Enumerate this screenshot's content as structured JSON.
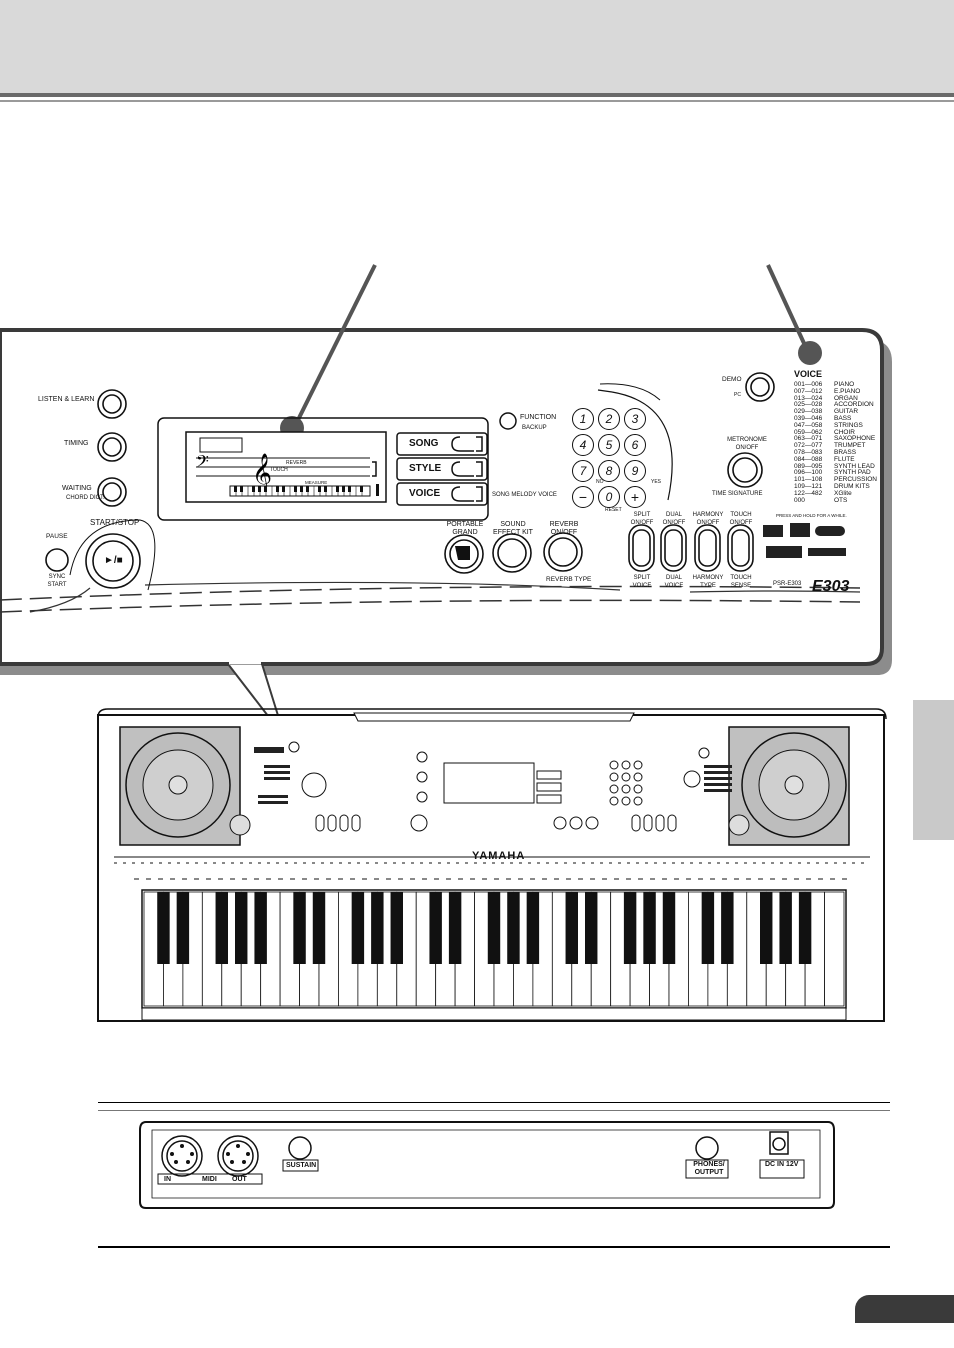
{
  "panel": {
    "left_buttons": [
      "LISTEN & LEARN",
      "TIMING",
      "WAITING"
    ],
    "chord_dict": "CHORD DICT.",
    "pause": "PAUSE",
    "sync_start": "SYNC START",
    "start_stop": "START/STOP",
    "function": "FUNCTION",
    "backup": "BACKUP",
    "mode_buttons": [
      "SONG",
      "STYLE",
      "VOICE"
    ],
    "song_melody_voice": "SONG MELODY VOICE",
    "lcd": {
      "reverb": "REVERB",
      "touch": "TOUCH",
      "measure": "MEASURE"
    },
    "keypad": [
      "1",
      "2",
      "3",
      "4",
      "5",
      "6",
      "7",
      "8",
      "9",
      "−",
      "0",
      "+"
    ],
    "no": "NO",
    "yes": "YES",
    "reset": "RESET",
    "portable_grand": "PORTABLE GRAND",
    "sound_effect_kit": "SOUND EFFECT KIT",
    "reverb_onoff": "REVERB ON/OFF",
    "reverb_type": "REVERB TYPE",
    "demo": "DEMO",
    "pc": "PC",
    "metronome": "METRONOME ON/OFF",
    "time_signature": "TIME SIGNATURE",
    "split": "SPLIT ON/OFF",
    "dual": "DUAL ON/OFF",
    "harmony": "HARMONY ON/OFF",
    "touch": "TOUCH ON/OFF",
    "split_voice": "SPLIT VOICE",
    "dual_voice": "DUAL VOICE",
    "harmony_type": "HARMONY TYPE",
    "touch_sense": "TOUCH SENSE",
    "model": "PSR-E303",
    "press_hold": "PRESS AND HOLD FOR A WHILE.",
    "voice_heading": "VOICE",
    "voice_list": [
      {
        "range": "001—006",
        "name": "PIANO"
      },
      {
        "range": "007—012",
        "name": "E.PIANO"
      },
      {
        "range": "013—024",
        "name": "ORGAN"
      },
      {
        "range": "025—028",
        "name": "ACCORDION"
      },
      {
        "range": "029—038",
        "name": "GUITAR"
      },
      {
        "range": "039—046",
        "name": "BASS"
      },
      {
        "range": "047—058",
        "name": "STRINGS"
      },
      {
        "range": "059—062",
        "name": "CHOIR"
      },
      {
        "range": "063—071",
        "name": "SAXOPHONE"
      },
      {
        "range": "072—077",
        "name": "TRUMPET"
      },
      {
        "range": "078—083",
        "name": "BRASS"
      },
      {
        "range": "084—088",
        "name": "FLUTE"
      },
      {
        "range": "089—095",
        "name": "SYNTH LEAD"
      },
      {
        "range": "096—100",
        "name": "SYNTH PAD"
      },
      {
        "range": "101—108",
        "name": "PERCUSSION"
      },
      {
        "range": "109—121",
        "name": "DRUM KITS"
      },
      {
        "range": "122—482",
        "name": "XGlite"
      },
      {
        "range": "000",
        "name": "OTS"
      }
    ]
  },
  "keyboard": {
    "brand": "YAMAHA",
    "white_keys": 36
  },
  "rear": {
    "midi_in": "IN",
    "midi": "MIDI",
    "midi_out": "OUT",
    "sustain": "SUSTAIN",
    "phones": "PHONES/ OUTPUT",
    "dc_in": "DC IN 12V"
  },
  "colors": {
    "header_bg": "#d9d9d9",
    "panel_border": "#3a3a3a",
    "callout_dot": "#555555"
  }
}
